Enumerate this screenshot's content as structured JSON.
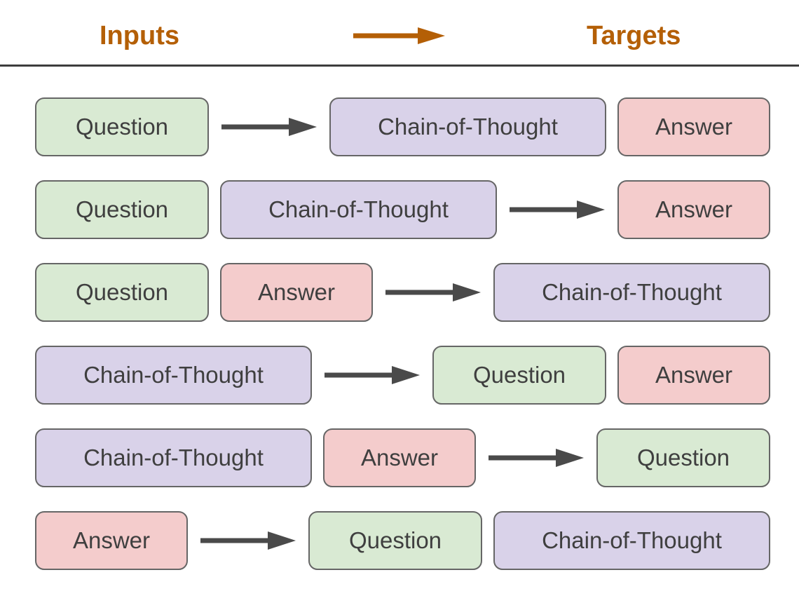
{
  "header": {
    "inputs_label": "Inputs",
    "targets_label": "Targets"
  },
  "colors": {
    "accent": "#b45f06",
    "question_fill": "#d9ead3",
    "cot_fill": "#d9d2e9",
    "answer_fill": "#f4cccc",
    "box_border": "#666666",
    "arrow": "#4a4a4a",
    "text": "#3f3f3f",
    "divider": "#3d3d3d"
  },
  "labels": {
    "question": "Question",
    "chain_of_thought": "Chain-of-Thought",
    "answer": "Answer"
  },
  "rows": [
    {
      "items": [
        {
          "kind": "question",
          "label": "Question"
        },
        {
          "kind": "arrow",
          "icon": "right-arrow-icon"
        },
        {
          "kind": "chain_of_thought",
          "label": "Chain-of-Thought"
        },
        {
          "kind": "answer",
          "label": "Answer"
        }
      ]
    },
    {
      "items": [
        {
          "kind": "question",
          "label": "Question"
        },
        {
          "kind": "chain_of_thought",
          "label": "Chain-of-Thought"
        },
        {
          "kind": "arrow",
          "icon": "right-arrow-icon"
        },
        {
          "kind": "answer",
          "label": "Answer"
        }
      ]
    },
    {
      "items": [
        {
          "kind": "question",
          "label": "Question"
        },
        {
          "kind": "answer",
          "label": "Answer"
        },
        {
          "kind": "arrow",
          "icon": "right-arrow-icon"
        },
        {
          "kind": "chain_of_thought",
          "label": "Chain-of-Thought"
        }
      ]
    },
    {
      "items": [
        {
          "kind": "chain_of_thought",
          "label": "Chain-of-Thought"
        },
        {
          "kind": "arrow",
          "icon": "right-arrow-icon"
        },
        {
          "kind": "question",
          "label": "Question"
        },
        {
          "kind": "answer",
          "label": "Answer"
        }
      ]
    },
    {
      "items": [
        {
          "kind": "chain_of_thought",
          "label": "Chain-of-Thought"
        },
        {
          "kind": "answer",
          "label": "Answer"
        },
        {
          "kind": "arrow",
          "icon": "right-arrow-icon"
        },
        {
          "kind": "question",
          "label": "Question"
        }
      ]
    },
    {
      "items": [
        {
          "kind": "answer",
          "label": "Answer"
        },
        {
          "kind": "arrow",
          "icon": "right-arrow-icon"
        },
        {
          "kind": "question",
          "label": "Question"
        },
        {
          "kind": "chain_of_thought",
          "label": "Chain-of-Thought"
        }
      ]
    }
  ]
}
